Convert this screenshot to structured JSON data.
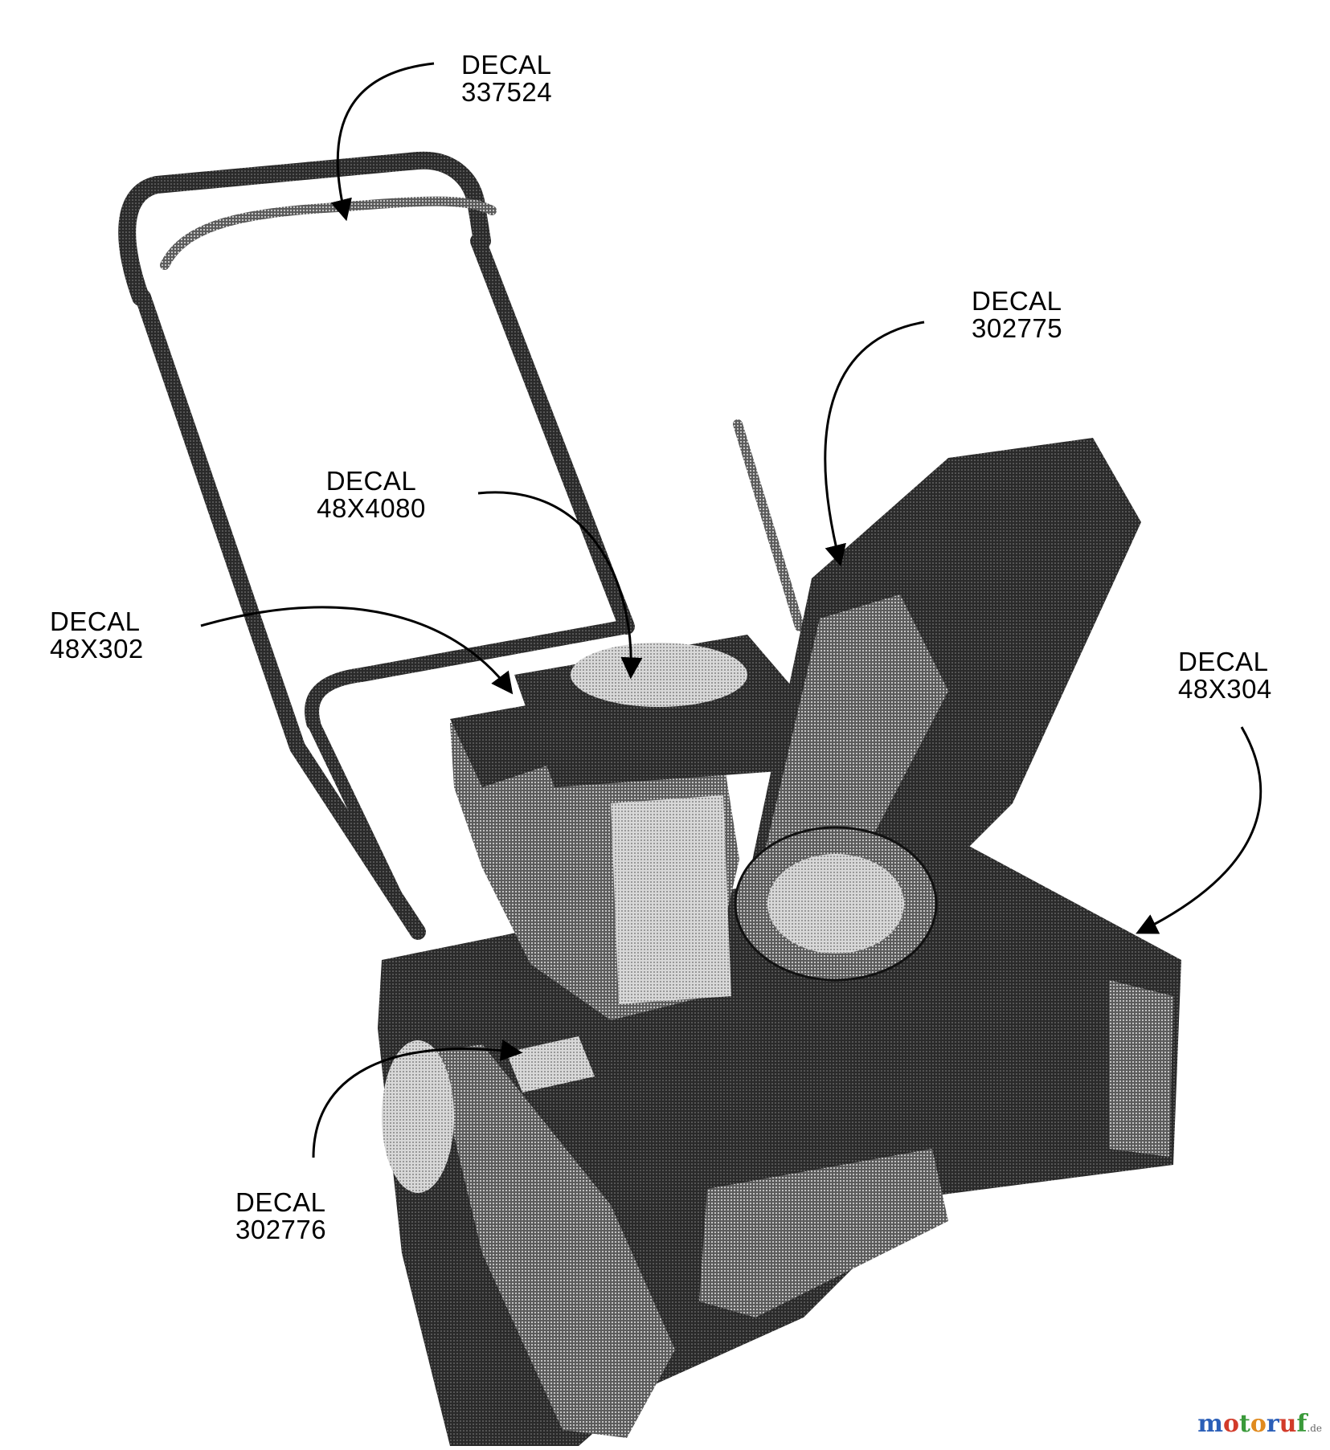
{
  "callouts": [
    {
      "id": "337524",
      "line1": "DECAL",
      "line2": "337524"
    },
    {
      "id": "302775",
      "line1": "DECAL",
      "line2": "302775"
    },
    {
      "id": "48X4080",
      "line1": "DECAL",
      "line2": "48X4080"
    },
    {
      "id": "48X302",
      "line1": "DECAL",
      "line2": "48X302"
    },
    {
      "id": "48X304",
      "line1": "DECAL",
      "line2": "48X304"
    },
    {
      "id": "302776",
      "line1": "DECAL",
      "line2": "302776"
    }
  ],
  "watermark": {
    "brand_m": "m",
    "brand_o1": "o",
    "brand_t": "t",
    "brand_o2": "o",
    "brand_r": "r",
    "brand_u": "u",
    "brand_f": "f",
    "domain": ".de"
  },
  "colors": {
    "ink": "#000000",
    "halftone_dark": "#1a1a1a",
    "halftone_mid": "#6b6b6b",
    "halftone_light": "#c8c8c8",
    "wm_blue": "#2b5fb8",
    "wm_red": "#d23b2a",
    "wm_green": "#3a9a3a",
    "wm_orange": "#e08a1e"
  }
}
